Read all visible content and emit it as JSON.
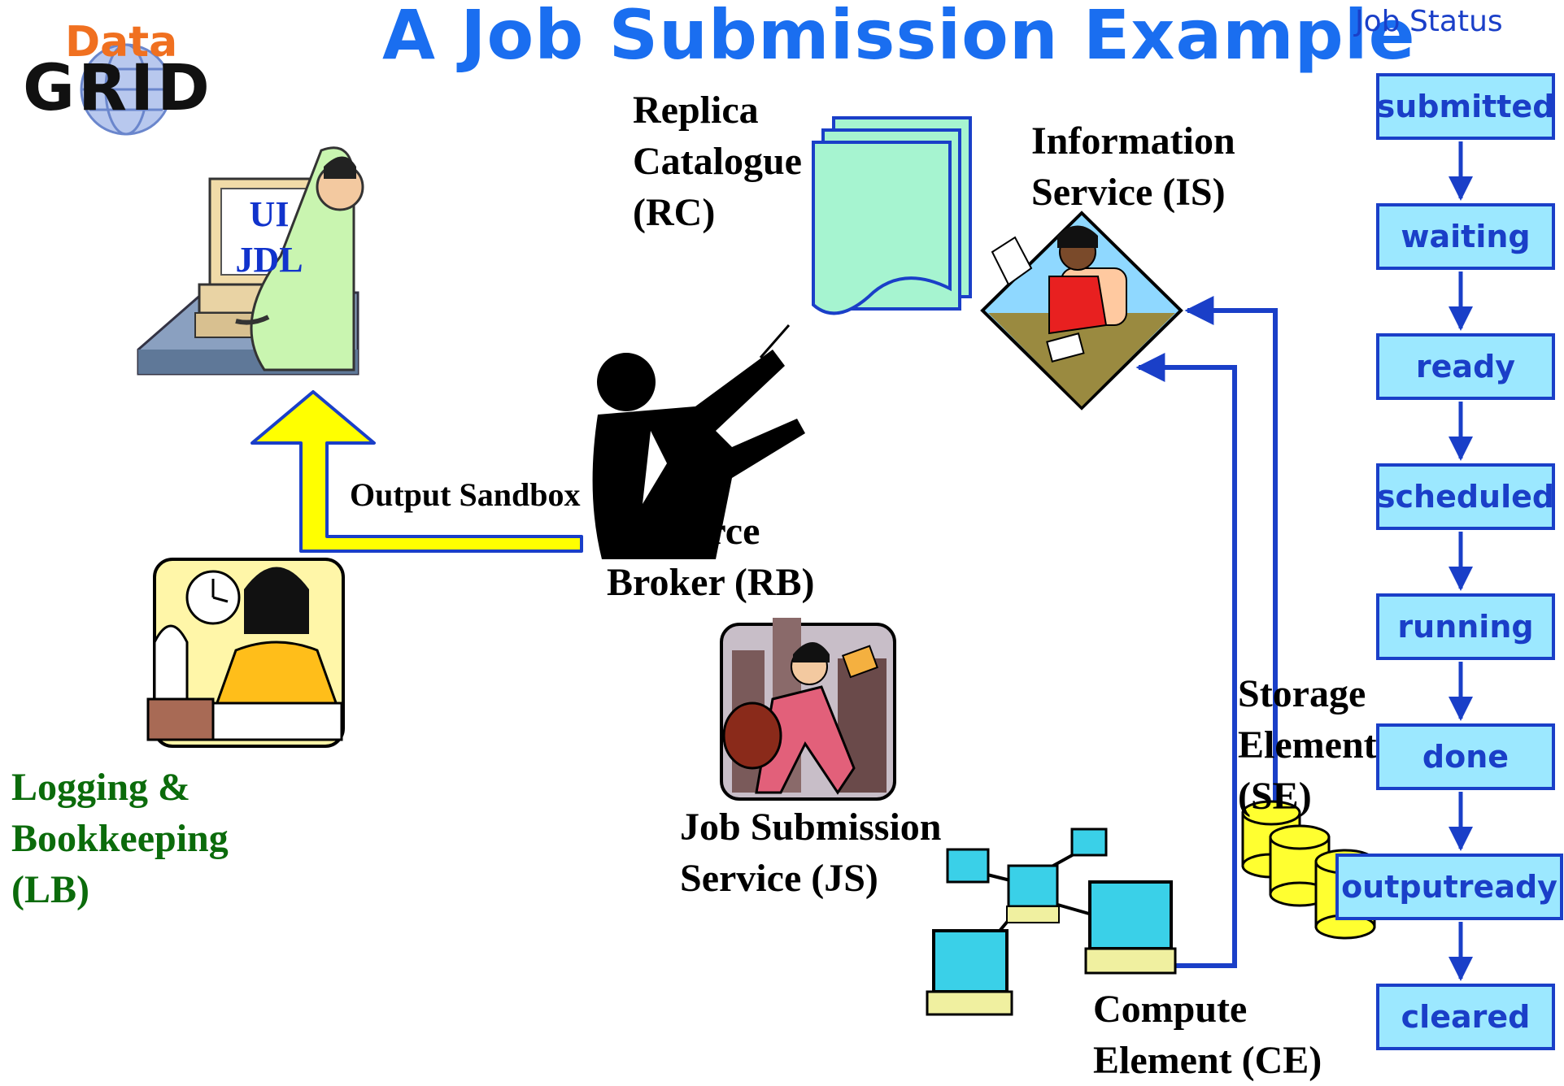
{
  "title": "A Job Submission Example",
  "logo": {
    "word_top": "Data",
    "word_bottom": "GRID"
  },
  "ui_screen": {
    "line1": "UI",
    "line2": "JDL"
  },
  "output_sandbox": "Output Sandbox",
  "replica_catalogue": [
    "Replica",
    "Catalogue",
    "(RC)"
  ],
  "information_service": [
    "Information",
    "Service (IS)"
  ],
  "resource_broker": [
    "Resource",
    "Broker (RB)"
  ],
  "logging": [
    "Logging &",
    "Bookkeeping",
    "(LB)"
  ],
  "job_submission": [
    "Job Submission",
    "Service (JS)"
  ],
  "storage_element": [
    "Storage",
    "Element",
    "(SE)"
  ],
  "compute_element": [
    "Compute",
    "Element (CE)"
  ],
  "job_status": {
    "heading": "Job Status",
    "states": [
      "submitted",
      "waiting",
      "ready",
      "scheduled",
      "running",
      "done",
      "outputready",
      "cleared"
    ]
  },
  "colors": {
    "title": "#1a6ef0",
    "status_border": "#1a3fc8",
    "status_fill": "#9ce8ff",
    "arrow_yellow": "#ffff00",
    "logging_text": "#0b6b0b"
  },
  "icons": [
    "datagrid-logo",
    "user-at-computer-icon",
    "documents-icon",
    "conductor-icon",
    "receptionist-icon",
    "clerk-icon",
    "courier-icon",
    "database-cylinders-icon",
    "computer-network-icon"
  ]
}
